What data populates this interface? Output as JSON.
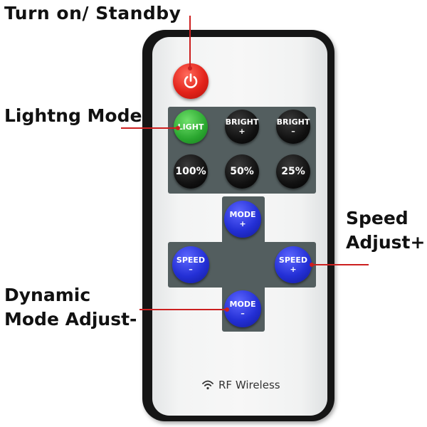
{
  "callouts": {
    "power": "Turn on/ Standby",
    "lighting_mode": "Lightng Mode",
    "speed_line1": "Speed",
    "speed_line2": "Adjust+",
    "dynamic_line1": "Dynamic",
    "dynamic_line2": "Mode Adjust-"
  },
  "remote": {
    "power_button": {
      "icon": "power-icon",
      "color": "#e3231a"
    },
    "row1": [
      {
        "line1": "LIGHT",
        "line2": ""
      },
      {
        "line1": "BRIGHT",
        "line2": "+"
      },
      {
        "line1": "BRIGHT",
        "line2": "–"
      }
    ],
    "row2": [
      {
        "label": "100%"
      },
      {
        "label": "50%"
      },
      {
        "label": "25%"
      }
    ],
    "cross": {
      "mode_plus": {
        "line1": "MODE",
        "line2": "+"
      },
      "speed_minus": {
        "line1": "SPEED",
        "line2": "–"
      },
      "speed_plus": {
        "line1": "SPEED",
        "line2": "+"
      },
      "mode_minus": {
        "line1": "MODE",
        "line2": "–"
      }
    },
    "footer": {
      "icon": "wifi-icon",
      "label": "RF Wireless"
    }
  },
  "colors": {
    "accent_line": "#cc1f1f",
    "panel": "#535e5f",
    "light_button": "#2aa62f",
    "cross_buttons": "#2430d6"
  }
}
